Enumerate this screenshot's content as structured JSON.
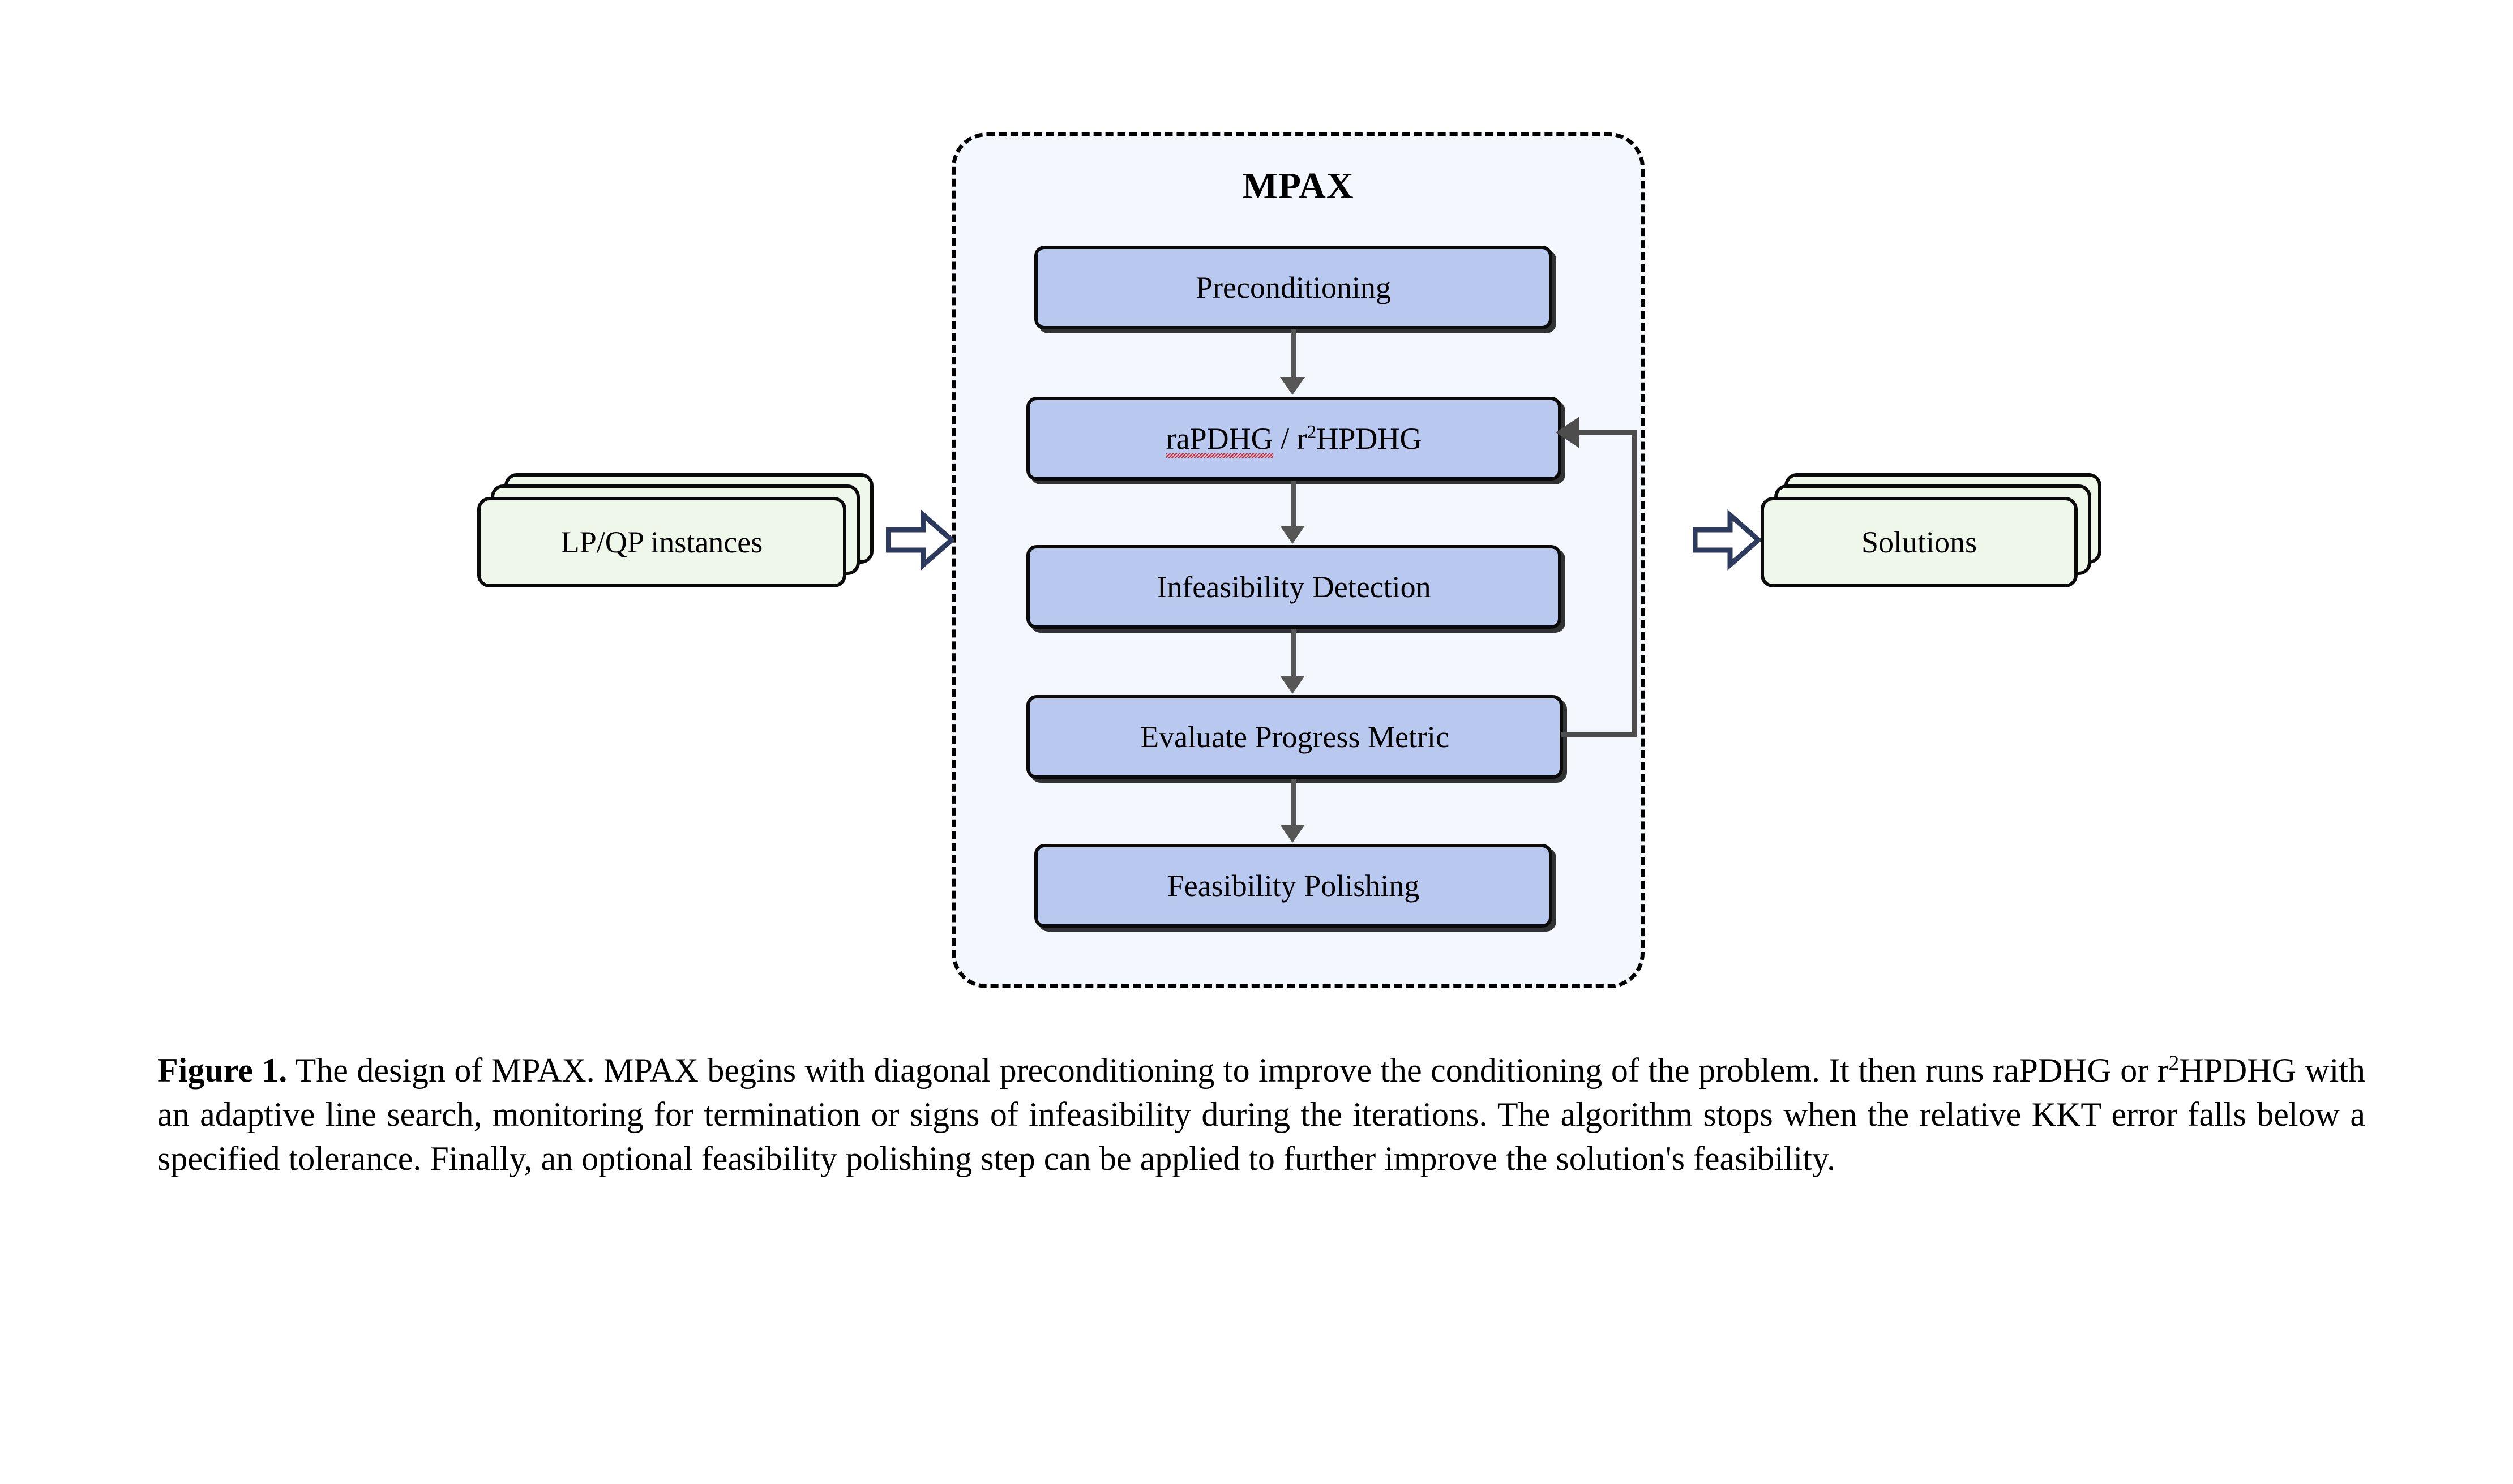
{
  "figure": {
    "container_title": "MPAX",
    "colors": {
      "process_box_fill": "#B9C8EF",
      "process_box_border": "#0A0A0A",
      "container_fill": "#F4F7FD",
      "container_border": "#000000",
      "card_fill": "#EFF6EA",
      "card_border": "#0A0A0A",
      "block_arrow_stroke": "#2C3A5E",
      "connector": "#565656",
      "feedback_connector": "#4D4D4D",
      "spellcheck_squiggle": "#E01B1B",
      "page_background": "#FFFFFF"
    },
    "input_stack": {
      "label": "LP/QP instances",
      "layers": 3
    },
    "output_stack": {
      "label": "Solutions",
      "layers": 3
    },
    "block_arrows": [
      {
        "name": "input-arrow",
        "direction": "right"
      },
      {
        "name": "output-arrow",
        "direction": "right"
      }
    ],
    "process_boxes": [
      {
        "id": "preconditioning",
        "label": "Preconditioning"
      },
      {
        "id": "rapdhg",
        "label_part1": "raPDHG",
        "label_sep": " / ",
        "label_part2_base": "r",
        "label_part2_sup": "2",
        "label_part2_rest": "HPDHG",
        "spellcheck_underline": true
      },
      {
        "id": "infeasibility-detection",
        "label": "Infeasibility Detection"
      },
      {
        "id": "evaluate-progress-metric",
        "label": "Evaluate Progress Metric"
      },
      {
        "id": "feasibility-polishing",
        "label": "Feasibility Polishing"
      }
    ],
    "connectors": [
      {
        "from": "preconditioning",
        "to": "rapdhg",
        "type": "arrow-down"
      },
      {
        "from": "rapdhg",
        "to": "infeasibility-detection",
        "type": "arrow-down"
      },
      {
        "from": "infeasibility-detection",
        "to": "evaluate-progress-metric",
        "type": "arrow-down"
      },
      {
        "from": "evaluate-progress-metric",
        "to": "feasibility-polishing",
        "type": "arrow-down"
      },
      {
        "from": "evaluate-progress-metric",
        "to": "rapdhg",
        "type": "feedback-loop-right"
      }
    ]
  },
  "caption": {
    "label": "Figure 1.",
    "text_before_sup": " The design of MPAX. MPAX begins with diagonal preconditioning to improve the conditioning of the problem. It then runs raPDHG or r",
    "sup": "2",
    "text_after_sup": "HPDHG with an adaptive line search, monitoring for termination or signs of infeasibility during the iterations. The algorithm stops when the relative KKT error falls below a specified tolerance. Finally, an optional feasibility polishing step can be applied to further improve the solution's feasibility."
  }
}
